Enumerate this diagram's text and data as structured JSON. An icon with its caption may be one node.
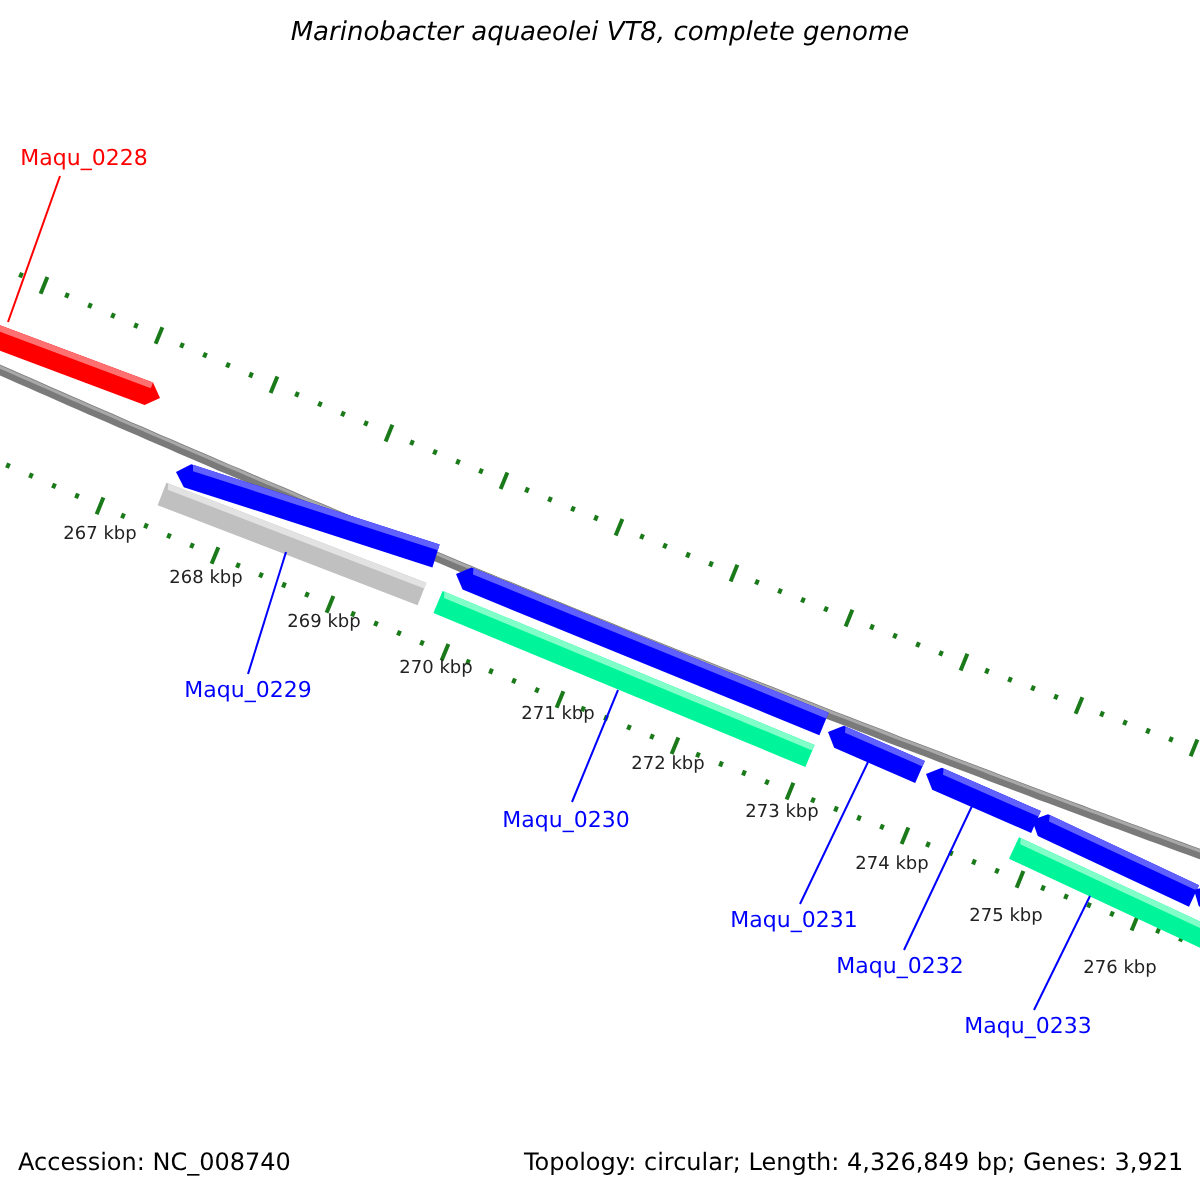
{
  "diagram": {
    "title": "Marinobacter aquaeolei VT8, complete genome",
    "nodes": [
      {
        "text": [
          "Maqu_0228"
        ]
      },
      {
        "text": [
          "Maqu_0229"
        ]
      },
      {
        "text": [
          "Maqu_0230"
        ]
      },
      {
        "text": [
          "Maqu_0231"
        ]
      },
      {
        "text": [
          "Maqu_0232"
        ]
      },
      {
        "text": [
          "Maqu_0233"
        ]
      },
      {
        "text": [],
        "shape": "bar"
      },
      {
        "text": [],
        "shape": "bar"
      },
      {
        "text": [],
        "shape": "bar"
      },
      {
        "text": [],
        "shape": "bar"
      },
      {
        "text": [],
        "shape": "bar"
      },
      {
        "text": [],
        "shape": "bar"
      },
      {
        "text": [],
        "shape": "bar"
      },
      {
        "text": [],
        "shape": "bar"
      },
      {
        "text": [],
        "shape": "bar"
      },
      {
        "text": [],
        "shape": "bar"
      }
    ],
    "edges": [
      {
        "from": 0,
        "to": 6,
        "arrow": "none",
        "color": "#ff0000"
      },
      {
        "from": 1,
        "to": 8,
        "arrow": "none"
      },
      {
        "from": 2,
        "to": 10,
        "arrow": "none"
      },
      {
        "from": 3,
        "to": 11,
        "arrow": "none"
      },
      {
        "from": 4,
        "to": 12,
        "arrow": "none"
      },
      {
        "from": 5,
        "to": 13,
        "arrow": "none"
      }
    ],
    "labels": [
      "267 kbp",
      "268 kbp",
      "269 kbp",
      "270 kbp",
      "271 kbp",
      "272 kbp",
      "273 kbp",
      "274 kbp",
      "275 kbp",
      "276 kbp",
      "Accession: NC_008740",
      "Topology: circular; Length: 4,326,849 bp; Genes: 3,921"
    ]
  }
}
